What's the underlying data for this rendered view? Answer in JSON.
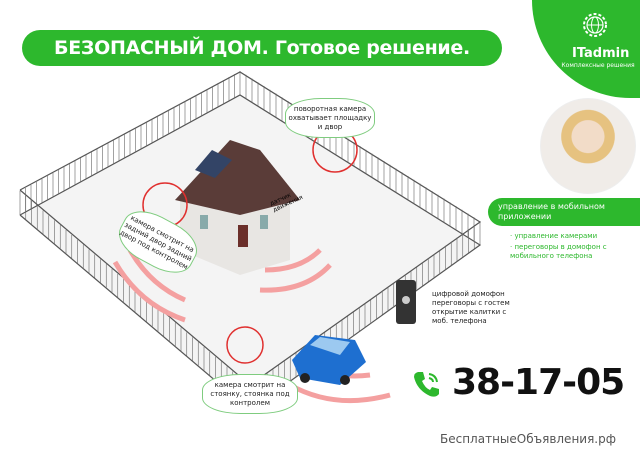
{
  "title": "БЕЗОПАСНЫЙ ДОМ. Готовое решение.",
  "logo": {
    "name": "ITadmin",
    "tagline": "Комплексные решения"
  },
  "callouts": {
    "rotating_camera": "поворотная камера охватывает площадку и двор",
    "back_camera": "камера смотрит на задний двор задний двор под контролем",
    "motion_sensor": "датчик движения",
    "parking_camera": "камера смотрит на стоянку, стоянка под контролем",
    "intercom": "цифровой домофон переговоры с гостем открытие калитки с моб. телефона"
  },
  "mobile": {
    "banner": "управление в мобильном приложении",
    "bullets": [
      "управление камерами",
      "переговоры в домофон с мобильного телефона"
    ]
  },
  "phone": "38-17-05",
  "watermark": "БесплатныеОбъявления.рф",
  "colors": {
    "accent": "#2db82d",
    "signal": "#f08a8a",
    "car": "#1e6fd0"
  }
}
